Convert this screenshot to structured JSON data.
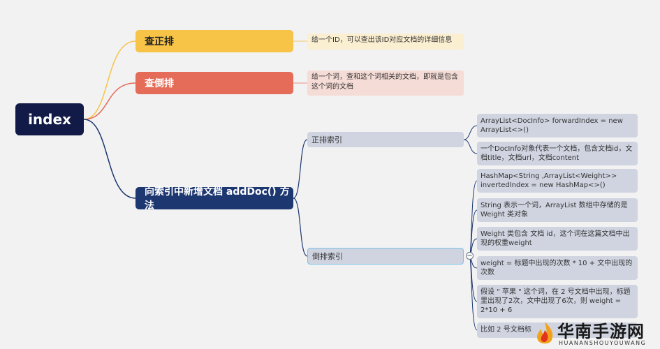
{
  "root": {
    "label": "index"
  },
  "branches": {
    "forward_lookup": {
      "label": "查正排",
      "note": "给一个ID，可以查出该ID对应文档的详细信息"
    },
    "inverted_lookup": {
      "label": "查倒排",
      "note": "给一个词，查和这个词相关的文档，即就是包含这个词的文档"
    },
    "add_doc": {
      "label": "向索引中新增文档 addDoc() 方法",
      "forward_index": {
        "label": "正排索引",
        "children": [
          "ArrayList<DocInfo> forwardIndex = new ArrayList<>()",
          "一个DocInfo对象代表一个文档，包含文档id，文档title，文档url，文档content"
        ]
      },
      "inverted_index": {
        "label": "倒排索引",
        "collapse": "−",
        "children": [
          "HashMap<String ,ArrayList<Weight>> invertedIndex = new HashMap<>()",
          "String 表示一个词，ArrayList 数组中存储的是 Weight 类对象",
          "Weight 类包含 文档 id，这个词在这篇文档中出现的权重weight",
          "weight  = 标题中出现的次数 * 10 + 文中出现的次数",
          "假设 \" 苹果 \" 这个词，在 2 号文档中出现，标题里出现了2次，文中出现了6次，则 weight = 2*10 + 6",
          "比如 2 号文档标"
        ]
      }
    }
  },
  "colors": {
    "root": "#121a47",
    "yellow": "#f7c448",
    "red": "#e46c58",
    "blue": "#1d3770",
    "leaf": "#cfd4e0"
  },
  "watermark": {
    "title": "华南手游网",
    "subtitle": "HUANANSHOUYOUWANG"
  }
}
